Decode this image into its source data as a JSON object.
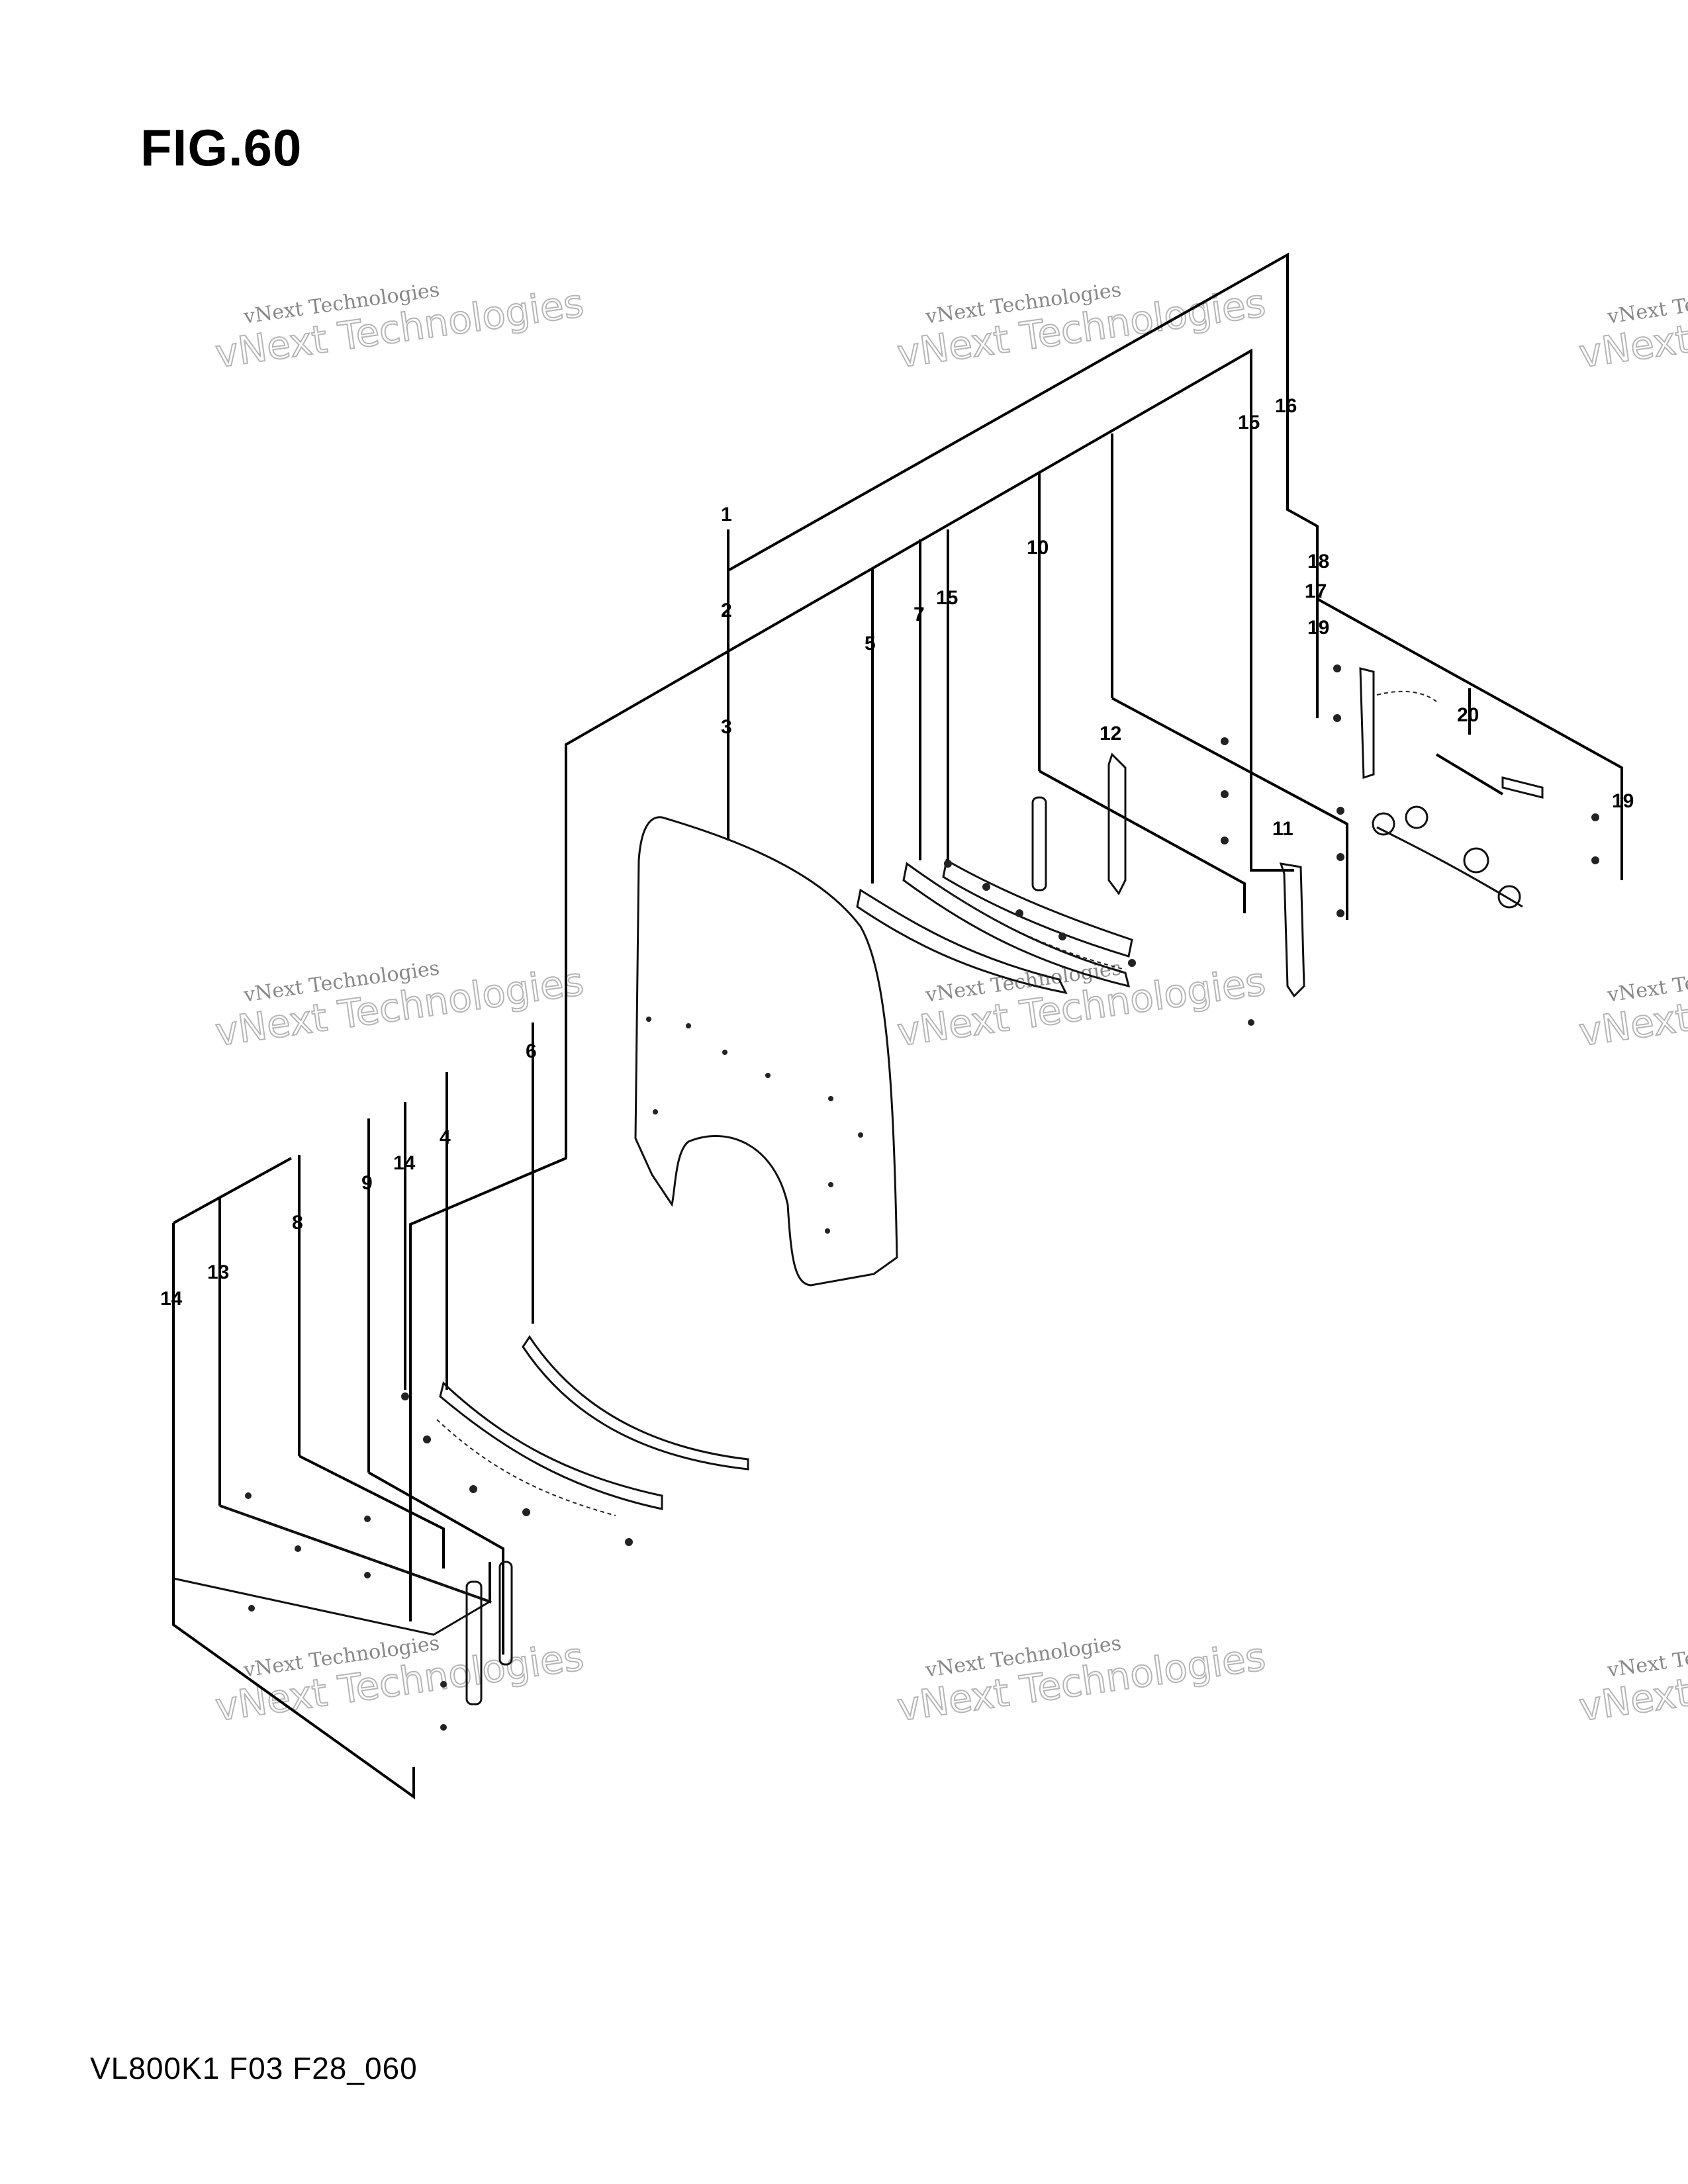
{
  "figure": {
    "title": "FIG.60",
    "drawing_code": "VL800K1 F03 F28_060"
  },
  "watermark": {
    "line1": "vNext Technologies",
    "line2": "vNext Technologies"
  },
  "callouts": {
    "c1": "1",
    "c2": "2",
    "c3": "3",
    "c4": "4",
    "c5": "5",
    "c6": "6",
    "c7": "7",
    "c8": "8",
    "c9": "9",
    "c10": "10",
    "c11": "11",
    "c12": "12",
    "c13": "13",
    "c14a": "14",
    "c14b": "14",
    "c15a": "15",
    "c15b": "15",
    "c16": "16",
    "c17": "17",
    "c18": "18",
    "c19a": "19",
    "c19b": "19",
    "c20": "20"
  }
}
